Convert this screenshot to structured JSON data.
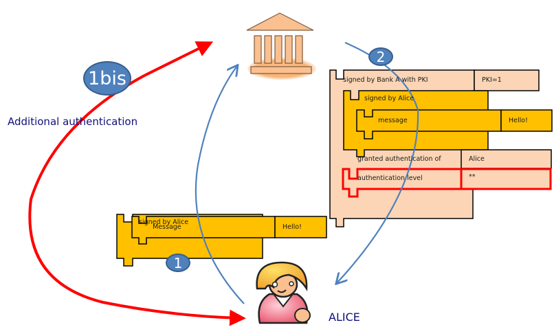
{
  "diagram": {
    "annotations": {
      "additional_auth": "Additional authentication",
      "alice_label": "ALICE"
    },
    "steps": {
      "step_1": "1",
      "step_1bis": "1bis",
      "step_2": "2"
    },
    "alice_block": {
      "outer_label": "signed by Alice",
      "inner_label": "Message",
      "inner_value": "Hello!"
    },
    "bank_block": {
      "outer_label": "signed by Bank A with PKI",
      "outer_value": "PKI=1",
      "nested_label": "signed by Alice",
      "message_label": "message",
      "message_value": "Hello!",
      "granted_label": "granted authentication of",
      "granted_value": "Alice",
      "level_label": "authentication level",
      "level_value": "**"
    },
    "icons": [
      "bank-icon",
      "alice-person-icon"
    ],
    "colors": {
      "alice_block": "#ffc000",
      "bank_block": "#fbd5b5",
      "highlight": "#ff0000",
      "arrow_blue": "#4f81bd",
      "arrow_red": "#ff0000",
      "text_navy": "#10107a"
    }
  }
}
